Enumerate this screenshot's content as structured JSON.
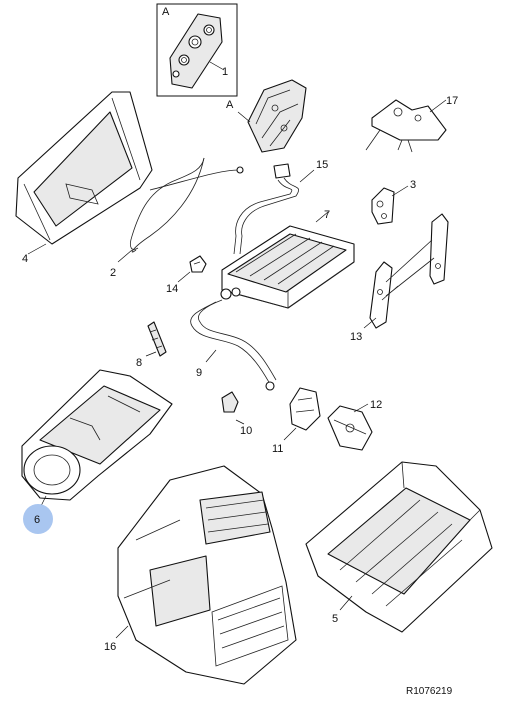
{
  "callouts": {
    "inset_letter": "A",
    "p1": "1",
    "pA": "A",
    "p17": "17",
    "p15": "15",
    "p4": "4",
    "p3": "3",
    "p7": "7",
    "p2": "2",
    "p14": "14",
    "p13": "13",
    "p8": "8",
    "p9": "9",
    "p12": "12",
    "p10": "10",
    "p11": "11",
    "p6": "6",
    "p5": "5",
    "p16": "16"
  },
  "highlight_part": "6",
  "highlight_color": "#a9c6f0",
  "reference_code": "R1076219"
}
